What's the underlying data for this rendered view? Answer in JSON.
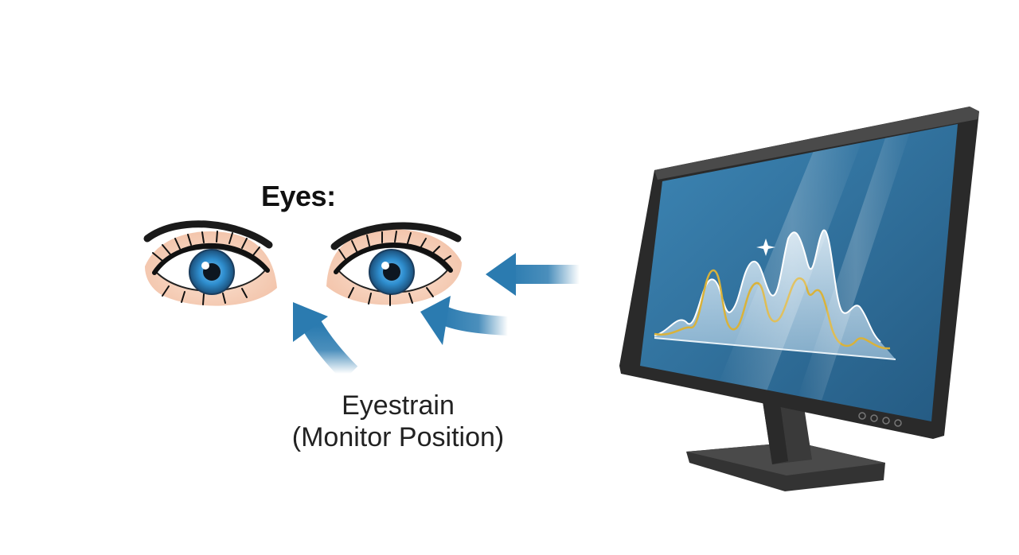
{
  "heading": "Eyes:",
  "caption": {
    "line1": "Eyestrain",
    "line2": "(Monitor Position)"
  },
  "colors": {
    "arrow": "#2b7bb0",
    "iris": "#2f8fd0",
    "skin": "#f4cbb4",
    "screen": "#2f6f9c",
    "bezel": "#2a2a2a",
    "chart_white": "#e8f2f8",
    "chart_yellow": "#d9b23a"
  },
  "icons": [
    "eye-icon",
    "eye-icon",
    "arrow-icon",
    "monitor-icon",
    "sparkle-icon"
  ]
}
